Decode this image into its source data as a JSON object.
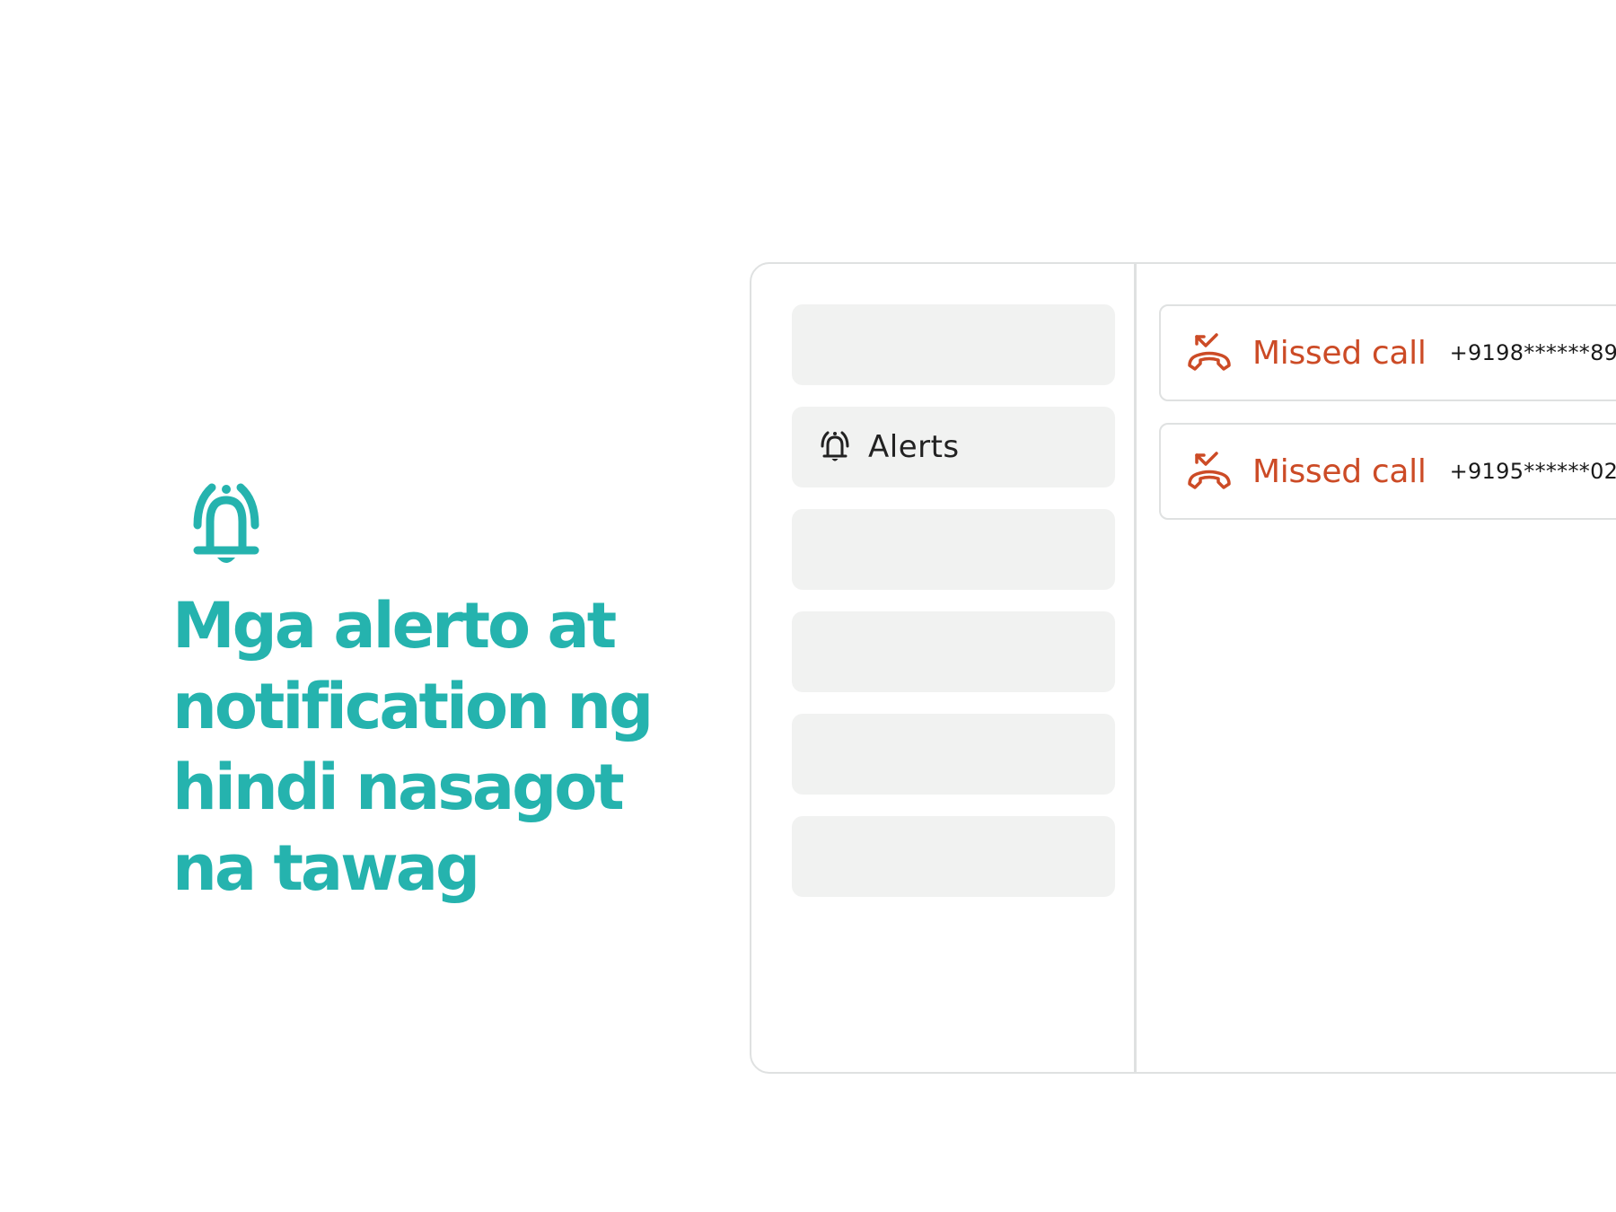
{
  "promo": {
    "icon": "bell-ringing-icon",
    "heading": "Mga alerto at notification ng hindi nasagot na tawag",
    "accent_color": "#25b3ae"
  },
  "sidebar": {
    "items": [
      {
        "label": ""
      },
      {
        "label": "Alerts",
        "icon": "bell-ringing-icon",
        "active": true
      },
      {
        "label": ""
      },
      {
        "label": ""
      },
      {
        "label": ""
      },
      {
        "label": ""
      }
    ]
  },
  "calls": [
    {
      "icon": "missed-call-icon",
      "status": "Missed call",
      "number": "+9198******89"
    },
    {
      "icon": "missed-call-icon",
      "status": "Missed call",
      "number": "+9195******02"
    }
  ],
  "colors": {
    "missed": "#cc4b26",
    "placeholder": "#f1f2f1",
    "border": "#dfe1e1"
  }
}
